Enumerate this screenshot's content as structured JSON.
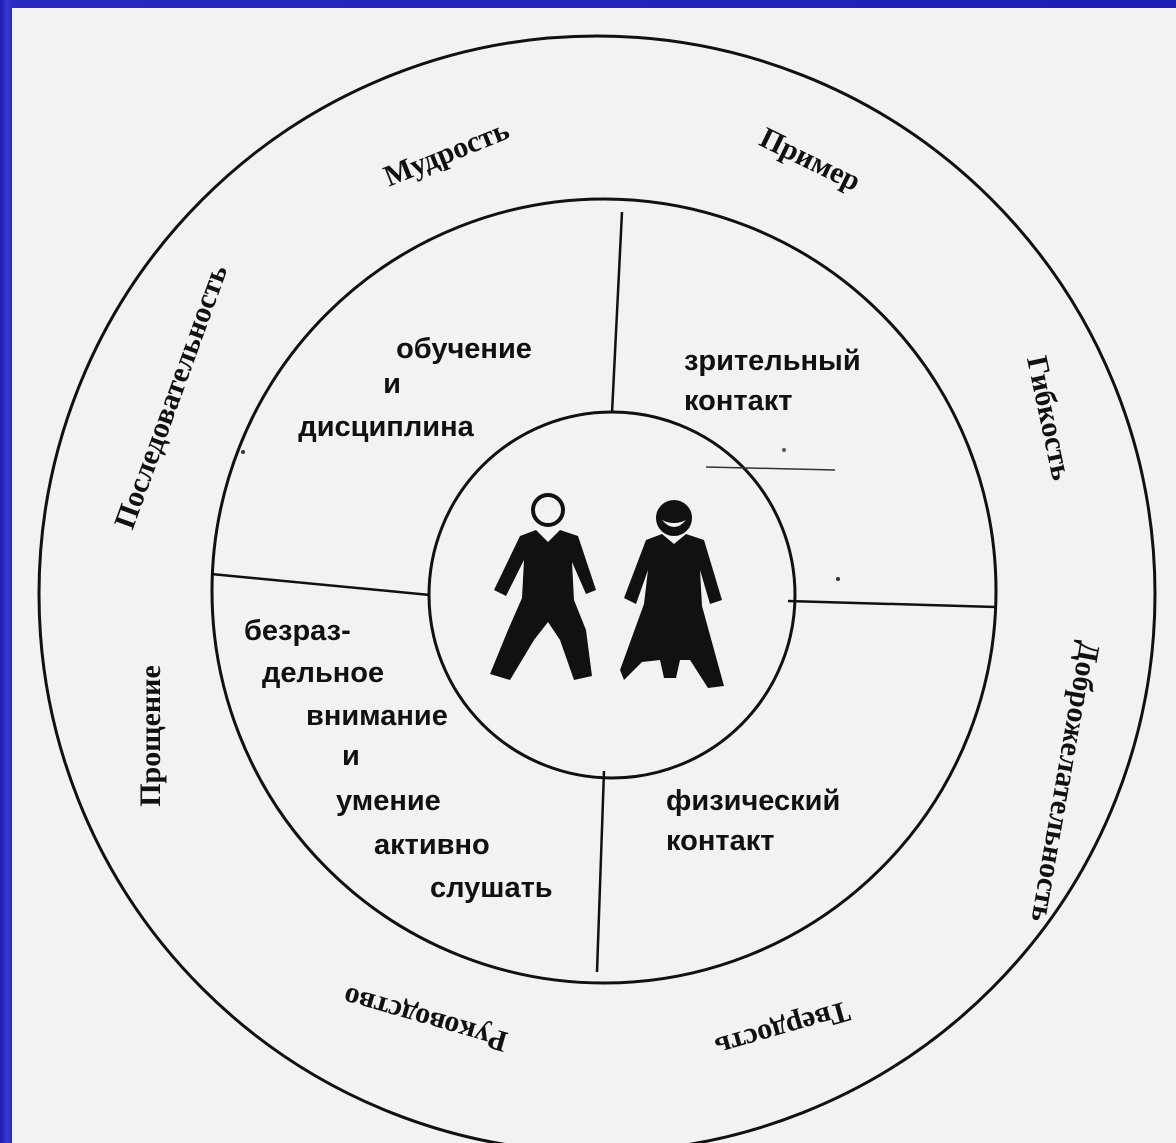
{
  "outer_ring": {
    "mudrost": "Мудрость",
    "primer": "Пример",
    "gibkost": "Гибкость",
    "dobrozhelatelnost": "Доброжелательность",
    "tverdost": "Твердость",
    "rukovodstvo": "Руководство",
    "proshchenie": "Прощение",
    "posledovatelnost": "Последовательность"
  },
  "quadrants": {
    "top_left": [
      "обучение",
      "и",
      "дисциплина"
    ],
    "top_right": [
      "зрительный",
      "контакт"
    ],
    "bottom_left": [
      "безраз-",
      "дельное",
      "внимание",
      "и",
      "умение",
      "активно",
      "слушать"
    ],
    "bottom_right": [
      "физический",
      "контакт"
    ]
  },
  "center": {
    "icon": "parent-child-figures-icon"
  },
  "colors": {
    "slide_background": "#1a1aa8",
    "paper": "#f2f2f2",
    "ink": "#111111"
  }
}
